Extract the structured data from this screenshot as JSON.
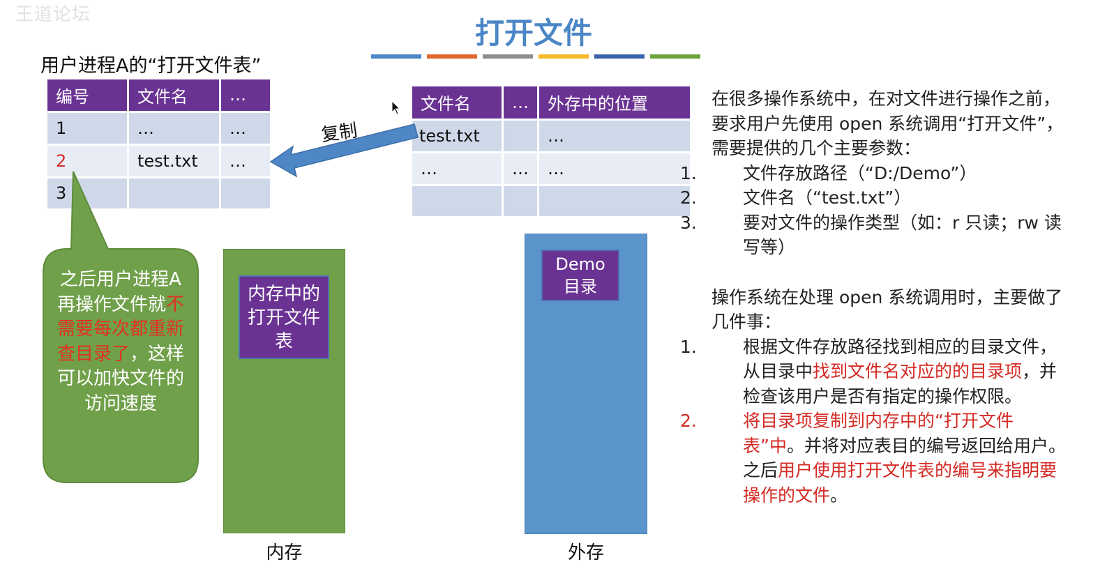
{
  "watermark": "王道论坛",
  "slide": {
    "title": "打开文件",
    "title_bar_colors": [
      "#4a86c5",
      "#e0662b",
      "#8c8c8c",
      "#f6b92a",
      "#3a62ad",
      "#6aa33a"
    ]
  },
  "process_table": {
    "caption": "用户进程A的“打开文件表”",
    "headers": [
      "编号",
      "文件名",
      "…"
    ],
    "rows": [
      [
        "1",
        "…",
        "…"
      ],
      [
        "2",
        "test.txt",
        "…"
      ],
      [
        "3",
        "",
        ""
      ]
    ]
  },
  "arrow_label": "复制",
  "directory_table": {
    "headers": [
      "文件名",
      "…",
      "外存中的位置"
    ],
    "rows": [
      [
        "test.txt",
        "",
        "…"
      ],
      [
        "…",
        "…",
        "…"
      ],
      [
        "",
        "",
        ""
      ]
    ]
  },
  "callout": {
    "part1": "之后用户进程A再操作文件就",
    "highlight": "不需要每次都重新查目录了",
    "part2": "，这样可以加快文件的访问速度"
  },
  "memory": {
    "box_label": "内存中的打开文件表",
    "label": "内存"
  },
  "external": {
    "box_label_line1": "Demo",
    "box_label_line2": "目录",
    "label": "外存"
  },
  "explanation": {
    "intro": "在很多操作系统中，在对文件进行操作之前，要求用户先使用 open 系统调用“打开文件”，需要提供的几个主要参数：",
    "params": [
      {
        "num": "1.",
        "text": "文件存放路径（“D:/Demo”）"
      },
      {
        "num": "2.",
        "text": "文件名（“test.txt”）"
      },
      {
        "num": "3.",
        "text": "要对文件的操作类型（如：r 只读；rw 读写等）"
      }
    ],
    "steps_intro": "操作系统在处理 open 系统调用时，主要做了几件事：",
    "step1_num": "1.",
    "step1_a": "根据文件存放路径找到相应的目录文件，从目录中",
    "step1_red": "找到文件名对应的的目录项",
    "step1_b": "，并检查该用户是否有指定的操作权限。",
    "step2_num": "2.",
    "step2_red1": "将目录项复制到内存中的“打开文件表”中",
    "step2_b": "。并将对应表目的编号返回给用户。之后",
    "step2_red2": "用户使用打开文件表的编号来指明要操作的文件",
    "step2_c": "。"
  }
}
